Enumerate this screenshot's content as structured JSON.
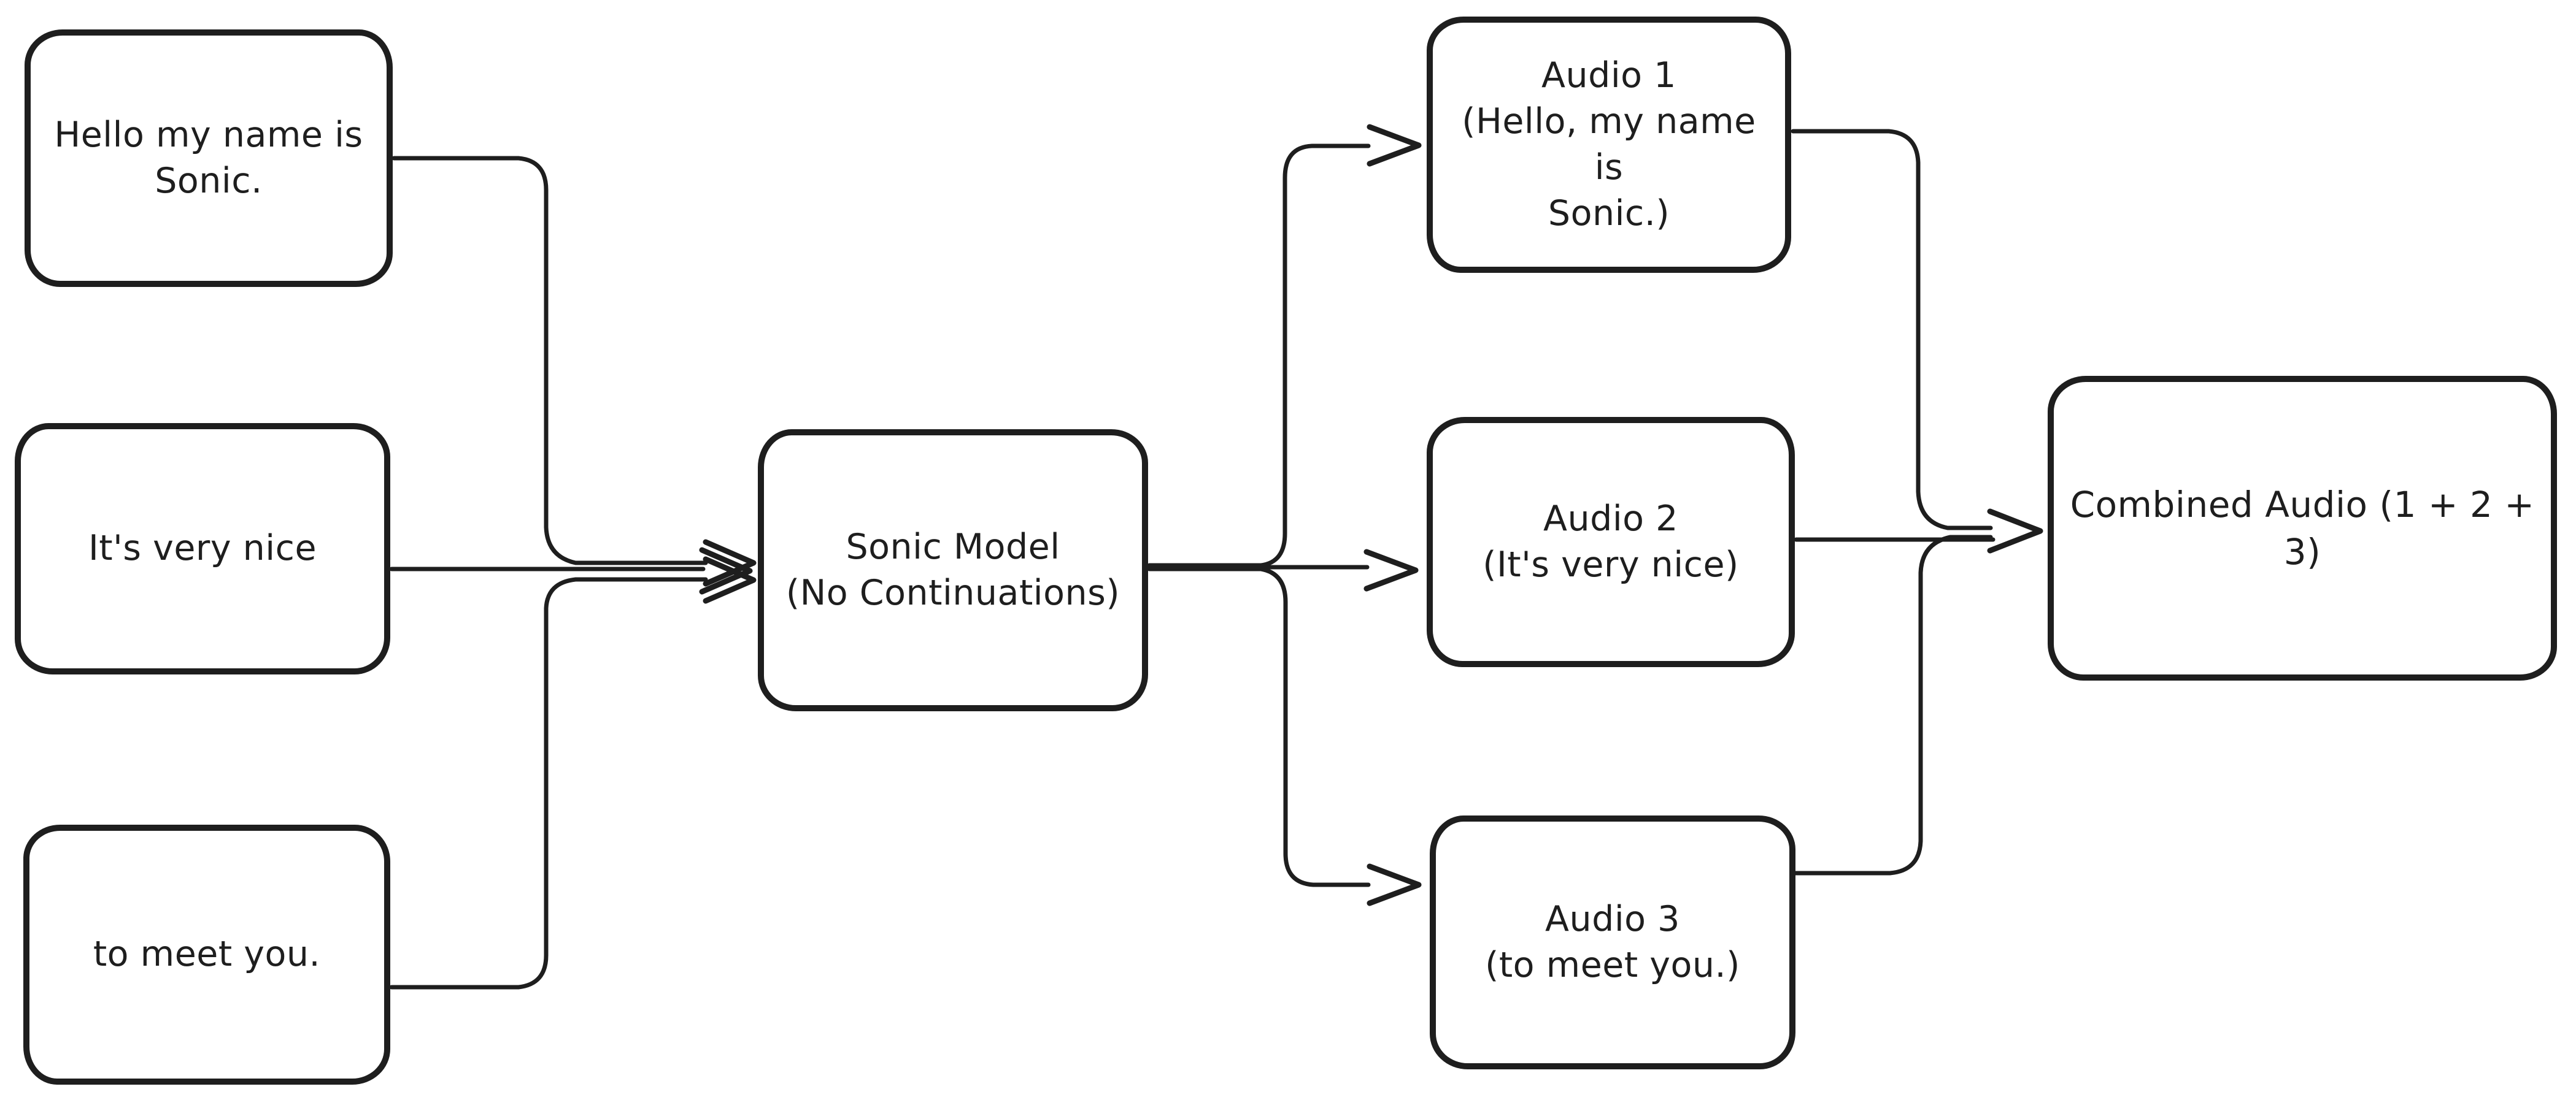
{
  "diagram": {
    "background_color": "#ffffff",
    "stroke_color": "#1e1e1e",
    "nodes": {
      "input1": {
        "label": "Hello my name is\nSonic."
      },
      "input2": {
        "label": "It's very nice"
      },
      "input3": {
        "label": "to meet you."
      },
      "model": {
        "label": "Sonic Model\n(No Continuations)"
      },
      "audio1": {
        "label": "Audio 1\n(Hello, my name is\nSonic.)"
      },
      "audio2": {
        "label": "Audio 2\n(It's very nice)"
      },
      "audio3": {
        "label": "Audio 3\n(to meet you.)"
      },
      "combined": {
        "label": "Combined Audio (1 + 2 + 3)"
      }
    },
    "edges": [
      {
        "from": "input1",
        "to": "model"
      },
      {
        "from": "input2",
        "to": "model"
      },
      {
        "from": "input3",
        "to": "model"
      },
      {
        "from": "model",
        "to": "audio1"
      },
      {
        "from": "model",
        "to": "audio2"
      },
      {
        "from": "model",
        "to": "audio3"
      },
      {
        "from": "audio1",
        "to": "combined"
      },
      {
        "from": "audio2",
        "to": "combined"
      },
      {
        "from": "audio3",
        "to": "combined"
      }
    ]
  }
}
